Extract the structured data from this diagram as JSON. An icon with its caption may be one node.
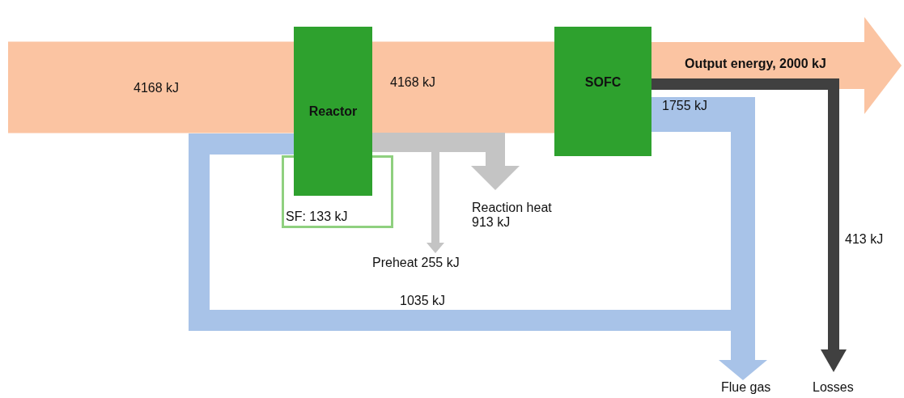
{
  "diagram": {
    "nodes": [
      {
        "text": [
          "Reactor"
        ]
      },
      {
        "text": [
          "SOFC"
        ]
      },
      {
        "text": [
          "SF: 133 kJ"
        ]
      },
      {
        "text": [
          "Output energy, 2000 kJ"
        ]
      },
      {
        "text": [
          "Reaction heat 913 kJ"
        ]
      },
      {
        "text": [
          "Preheat 255 kJ"
        ]
      },
      {
        "text": [
          "Flue gas"
        ]
      },
      {
        "text": [
          "Losses"
        ]
      }
    ],
    "edges": [
      {
        "from": null,
        "to": 0,
        "arrow": "none",
        "label": "4168 kJ",
        "style": "thick",
        "color": "#fbc4a2"
      },
      {
        "from": 0,
        "to": 1,
        "arrow": "none",
        "label": "4168 kJ",
        "style": "thick",
        "color": "#fbc4a2"
      },
      {
        "from": 1,
        "to": 3,
        "arrow": "to",
        "style": "thick",
        "color": "#fbc4a2"
      },
      {
        "from": 1,
        "to": 7,
        "arrow": "to",
        "label": "413 kJ",
        "color": "#404040"
      },
      {
        "from": 1,
        "to": 6,
        "arrow": "to",
        "label": "1755 kJ",
        "color": "#a8c3e8"
      },
      {
        "from": 1,
        "to": 0,
        "arrow": "none",
        "label": "1035 kJ",
        "color": "#a8c3e8"
      },
      {
        "from": 0,
        "to": 4,
        "arrow": "to",
        "color": "#c4c4c4"
      },
      {
        "from": 0,
        "to": 5,
        "arrow": "to",
        "color": "#c4c4c4"
      }
    ]
  }
}
